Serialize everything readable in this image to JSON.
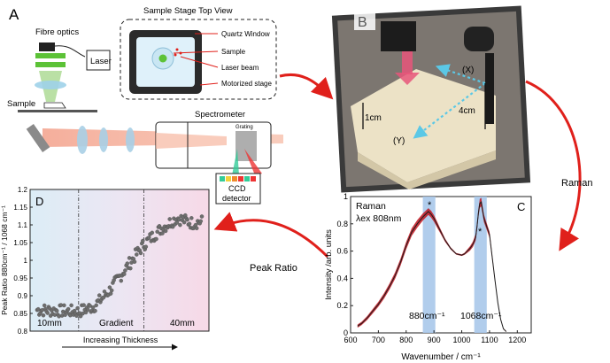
{
  "panelA": {
    "letter": "A",
    "fibre_optics": "Fibre optics",
    "laser": "Laser",
    "sample": "Sample",
    "spectrometer": "Spectrometer",
    "grating": "Grating",
    "ccd_line1": "CCD",
    "ccd_line2": "detector",
    "top_view": {
      "title": "Sample Stage Top View",
      "items": [
        "Quartz Window",
        "Sample",
        "Laser beam",
        "Motorized stage"
      ]
    }
  },
  "panelB": {
    "letter": "B",
    "x_label": "(X)",
    "y_label": "(Y)",
    "dim_4cm": "4cm",
    "dim_1cm": "1cm"
  },
  "arrows": {
    "raman": "Raman",
    "peak_ratio": "Peak Ratio"
  },
  "panelC": {
    "letter": "C",
    "annotation_line1": "Raman",
    "annotation_line2": "λex 808nm",
    "peak1_label": "880cm⁻¹",
    "peak2_label": "1068cm⁻¹",
    "star": "*"
  },
  "panelD": {
    "letter": "D",
    "region_labels": [
      "10mm",
      "Gradient",
      "40mm"
    ],
    "bottom_arrow_label": "Increasing Thickness"
  },
  "chart_data": [
    {
      "id": "spectrum",
      "type": "line",
      "xlabel": "Wavenumber / cm⁻¹",
      "ylabel": "Intensity /arb. units",
      "xlim": [
        600,
        1250
      ],
      "ylim": [
        0,
        1
      ],
      "xticks": [
        600,
        700,
        800,
        900,
        1000,
        1100,
        1200
      ],
      "yticks": [
        0,
        0.2,
        0.4,
        0.6,
        0.8,
        1
      ],
      "highlight_bands": [
        [
          860,
          905
        ],
        [
          1045,
          1090
        ]
      ],
      "colors": {
        "mean": "#1a1a1a",
        "spread": "#c0141e",
        "band": "#a9c8ea"
      },
      "x": [
        625,
        640,
        660,
        680,
        700,
        720,
        740,
        760,
        780,
        800,
        820,
        840,
        860,
        870,
        880,
        890,
        900,
        910,
        920,
        940,
        960,
        980,
        1000,
        1010,
        1020,
        1030,
        1040,
        1050,
        1055,
        1060,
        1065,
        1070,
        1075,
        1080,
        1090,
        1100,
        1110,
        1120,
        1130,
        1140,
        1150,
        1160
      ],
      "values": [
        0.05,
        0.07,
        0.11,
        0.16,
        0.21,
        0.27,
        0.34,
        0.42,
        0.52,
        0.64,
        0.74,
        0.8,
        0.85,
        0.87,
        0.89,
        0.87,
        0.84,
        0.8,
        0.76,
        0.68,
        0.62,
        0.58,
        0.57,
        0.58,
        0.6,
        0.62,
        0.65,
        0.7,
        0.78,
        0.88,
        0.95,
        0.96,
        0.9,
        0.84,
        0.78,
        0.72,
        0.55,
        0.38,
        0.22,
        0.1,
        0.03,
        0.01
      ],
      "spread": [
        0.012,
        0.012,
        0.014,
        0.016,
        0.018,
        0.02,
        0.022,
        0.024,
        0.026,
        0.028,
        0.028,
        0.028,
        0.026,
        0.025,
        0.025,
        0.025,
        0.024,
        0.022,
        0.018,
        0.012,
        0.008,
        0.006,
        0.006,
        0.008,
        0.012,
        0.016,
        0.02,
        0.024,
        0.028,
        0.03,
        0.032,
        0.032,
        0.03,
        0.028,
        0.024,
        0.022,
        0.018,
        0.012,
        0.008,
        0.006,
        0.004,
        0.003
      ]
    },
    {
      "id": "peak-ratio",
      "type": "scatter",
      "xlabel": "",
      "ylabel": "Peak Ratio 880cm⁻¹ / 1068 cm⁻¹",
      "ylim": [
        0.8,
        1.2
      ],
      "yticks": [
        0.8,
        0.85,
        0.9,
        0.95,
        1,
        1.05,
        1.1,
        1.15,
        1.2
      ],
      "n_points": 160,
      "segment_boundaries": [
        40,
        103
      ],
      "colors": {
        "left_region": "#dcedf6",
        "right_region": "#f7d9e7",
        "point": "#6e6e6e"
      },
      "trend_points": [
        [
          0,
          0.86
        ],
        [
          40,
          0.855
        ],
        [
          55,
          0.87
        ],
        [
          70,
          0.915
        ],
        [
          85,
          0.975
        ],
        [
          103,
          1.045
        ],
        [
          120,
          1.09
        ],
        [
          135,
          1.12
        ],
        [
          150,
          1.105
        ],
        [
          160,
          1.11
        ]
      ]
    }
  ]
}
